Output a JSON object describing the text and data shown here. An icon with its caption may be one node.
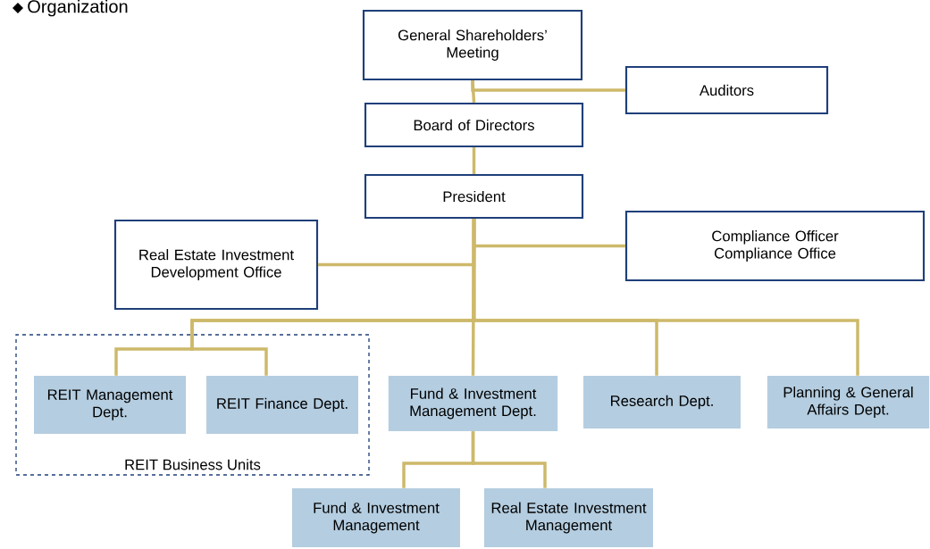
{
  "diagram": {
    "title": "Organization",
    "nodes": [
      {
        "text": [
          "General Shareholders’ Meeting"
        ]
      },
      {
        "text": [
          "Auditors"
        ]
      },
      {
        "text": [
          "Board of Directors"
        ]
      },
      {
        "text": [
          "President"
        ]
      },
      {
        "text": [
          "Real Estate Investment Development Office"
        ]
      },
      {
        "text": [
          "Compliance Officer",
          "Compliance Office"
        ]
      },
      {
        "text": [
          "REIT Business Units"
        ]
      },
      {
        "text": [
          "REIT Management Dept."
        ],
        "in": 6
      },
      {
        "text": [
          "REIT Finance Dept."
        ],
        "in": 6
      },
      {
        "text": [
          "Fund & Investment Management Dept."
        ]
      },
      {
        "text": [
          "Research Dept."
        ]
      },
      {
        "text": [
          "Planning & General Affairs Dept."
        ]
      },
      {
        "text": [
          "Fund & Investment Management"
        ]
      },
      {
        "text": [
          "Real Estate Investment Management"
        ]
      }
    ],
    "edges": [
      {
        "from": 0,
        "to": 2,
        "arrow": "none"
      },
      {
        "from": 0,
        "to": 1,
        "arrow": "none"
      },
      {
        "from": 2,
        "to": 3,
        "arrow": "none"
      },
      {
        "from": 3,
        "to": 4,
        "arrow": "none"
      },
      {
        "from": 3,
        "to": 5,
        "arrow": "none"
      },
      {
        "from": 3,
        "to": 7,
        "arrow": "none"
      },
      {
        "from": 3,
        "to": 8,
        "arrow": "none"
      },
      {
        "from": 3,
        "to": 9,
        "arrow": "none"
      },
      {
        "from": 3,
        "to": 10,
        "arrow": "none"
      },
      {
        "from": 3,
        "to": 11,
        "arrow": "none"
      },
      {
        "from": 9,
        "to": 12,
        "arrow": "none"
      },
      {
        "from": 9,
        "to": 13,
        "arrow": "none"
      }
    ]
  }
}
